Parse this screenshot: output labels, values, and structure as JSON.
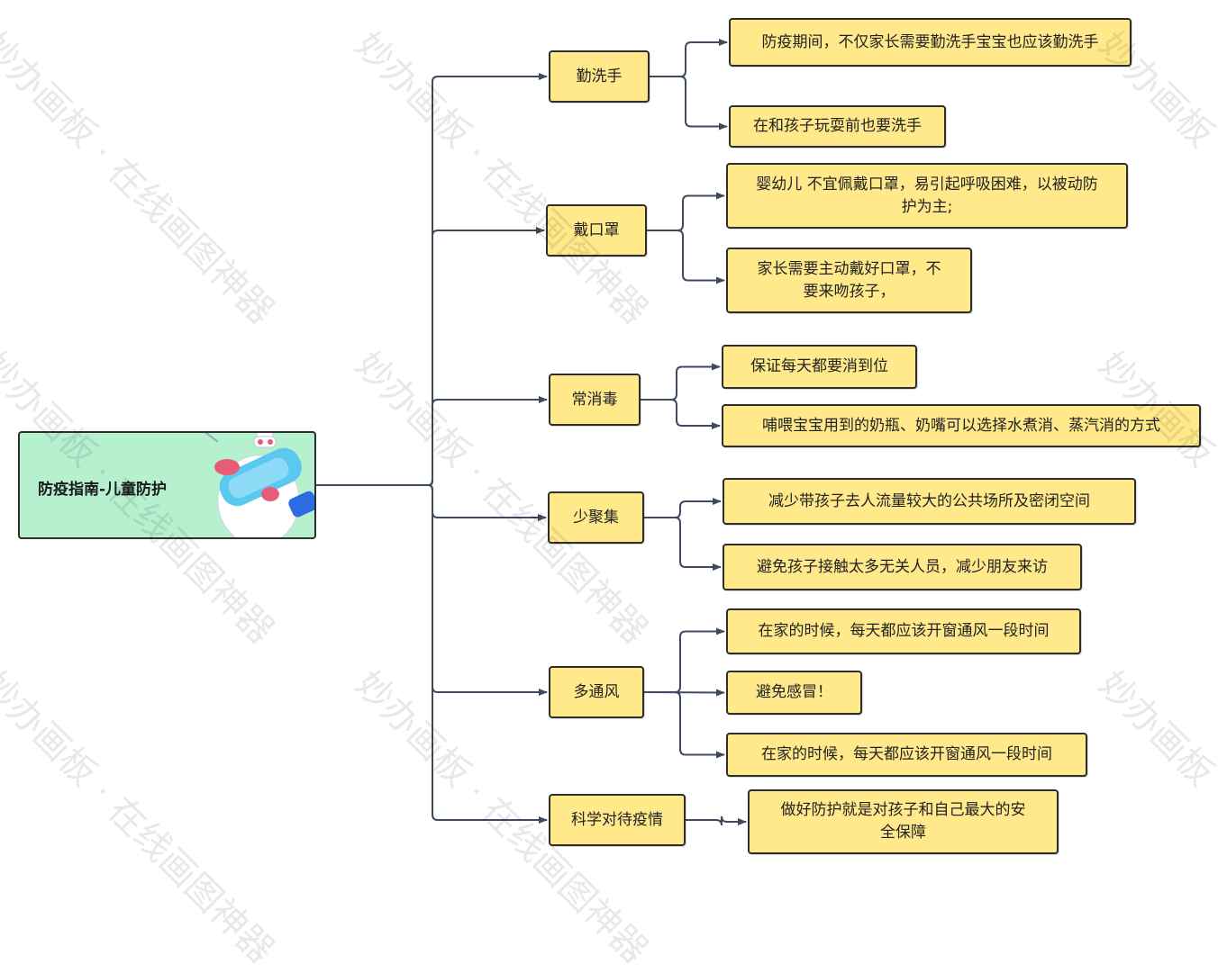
{
  "root": {
    "label": "防疫指南-儿童防护"
  },
  "branches": [
    {
      "label": "勤洗手",
      "children": [
        {
          "lines": [
            "防疫期间，不仅家长需要勤洗手宝宝也应该勤洗手"
          ]
        },
        {
          "lines": [
            "在和孩子玩耍前也要洗手"
          ]
        }
      ]
    },
    {
      "label": "戴口罩",
      "children": [
        {
          "lines": [
            "婴幼儿 不宜佩戴口罩，易引起呼吸困难，以被动防",
            "护为主;"
          ]
        },
        {
          "lines": [
            "家长需要主动戴好口罩，不",
            "要来吻孩子，"
          ]
        }
      ]
    },
    {
      "label": "常消毒",
      "children": [
        {
          "lines": [
            "保证每天都要消到位"
          ]
        },
        {
          "lines": [
            "哺喂宝宝用到的奶瓶、奶嘴可以选择水煮消、蒸汽消的方式"
          ]
        }
      ]
    },
    {
      "label": "少聚集",
      "children": [
        {
          "lines": [
            "减少带孩子去人流量较大的公共场所及密闭空间"
          ]
        },
        {
          "lines": [
            "避免孩子接触太多无关人员，减少朋友来访"
          ]
        }
      ]
    },
    {
      "label": "多通风",
      "children": [
        {
          "lines": [
            "在家的时候，每天都应该开窗通风一段时间"
          ]
        },
        {
          "lines": [
            "避免感冒！"
          ]
        },
        {
          "lines": [
            "在家的时候，每天都应该开窗通风一段时间"
          ]
        }
      ]
    },
    {
      "label": "科学对待疫情",
      "children": [
        {
          "lines": [
            "做好防护就是对孩子和自己最大的安",
            "全保障"
          ]
        }
      ]
    }
  ],
  "watermark": "妙办画板 · 在线画图神器",
  "colors": {
    "node_fill": "#FFE98A",
    "root_fill": "#B5F0CF",
    "connector": "#3F4A5C",
    "border": "#2E2E2E"
  }
}
